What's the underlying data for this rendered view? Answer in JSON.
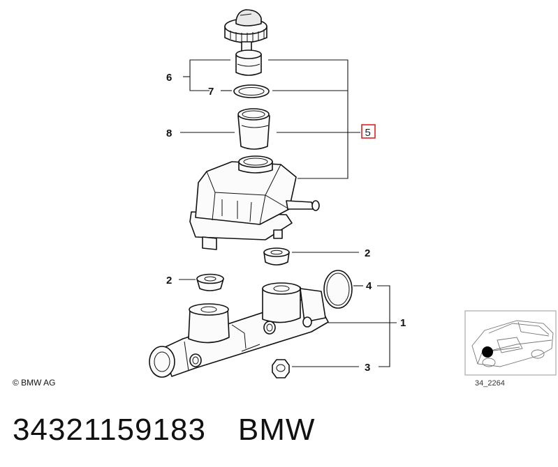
{
  "diagram": {
    "callouts": {
      "c6": "6",
      "c7": "7",
      "c8": "8",
      "c5": "5",
      "c2a": "2",
      "c2b": "2",
      "c4": "4",
      "c1": "1",
      "c3": "3"
    },
    "copyright": "© BMW AG",
    "thumbnail_code": "34_2264",
    "highlight_color": "#e02020"
  },
  "footer": {
    "part_number": "34321159183",
    "brand": "BMW"
  }
}
